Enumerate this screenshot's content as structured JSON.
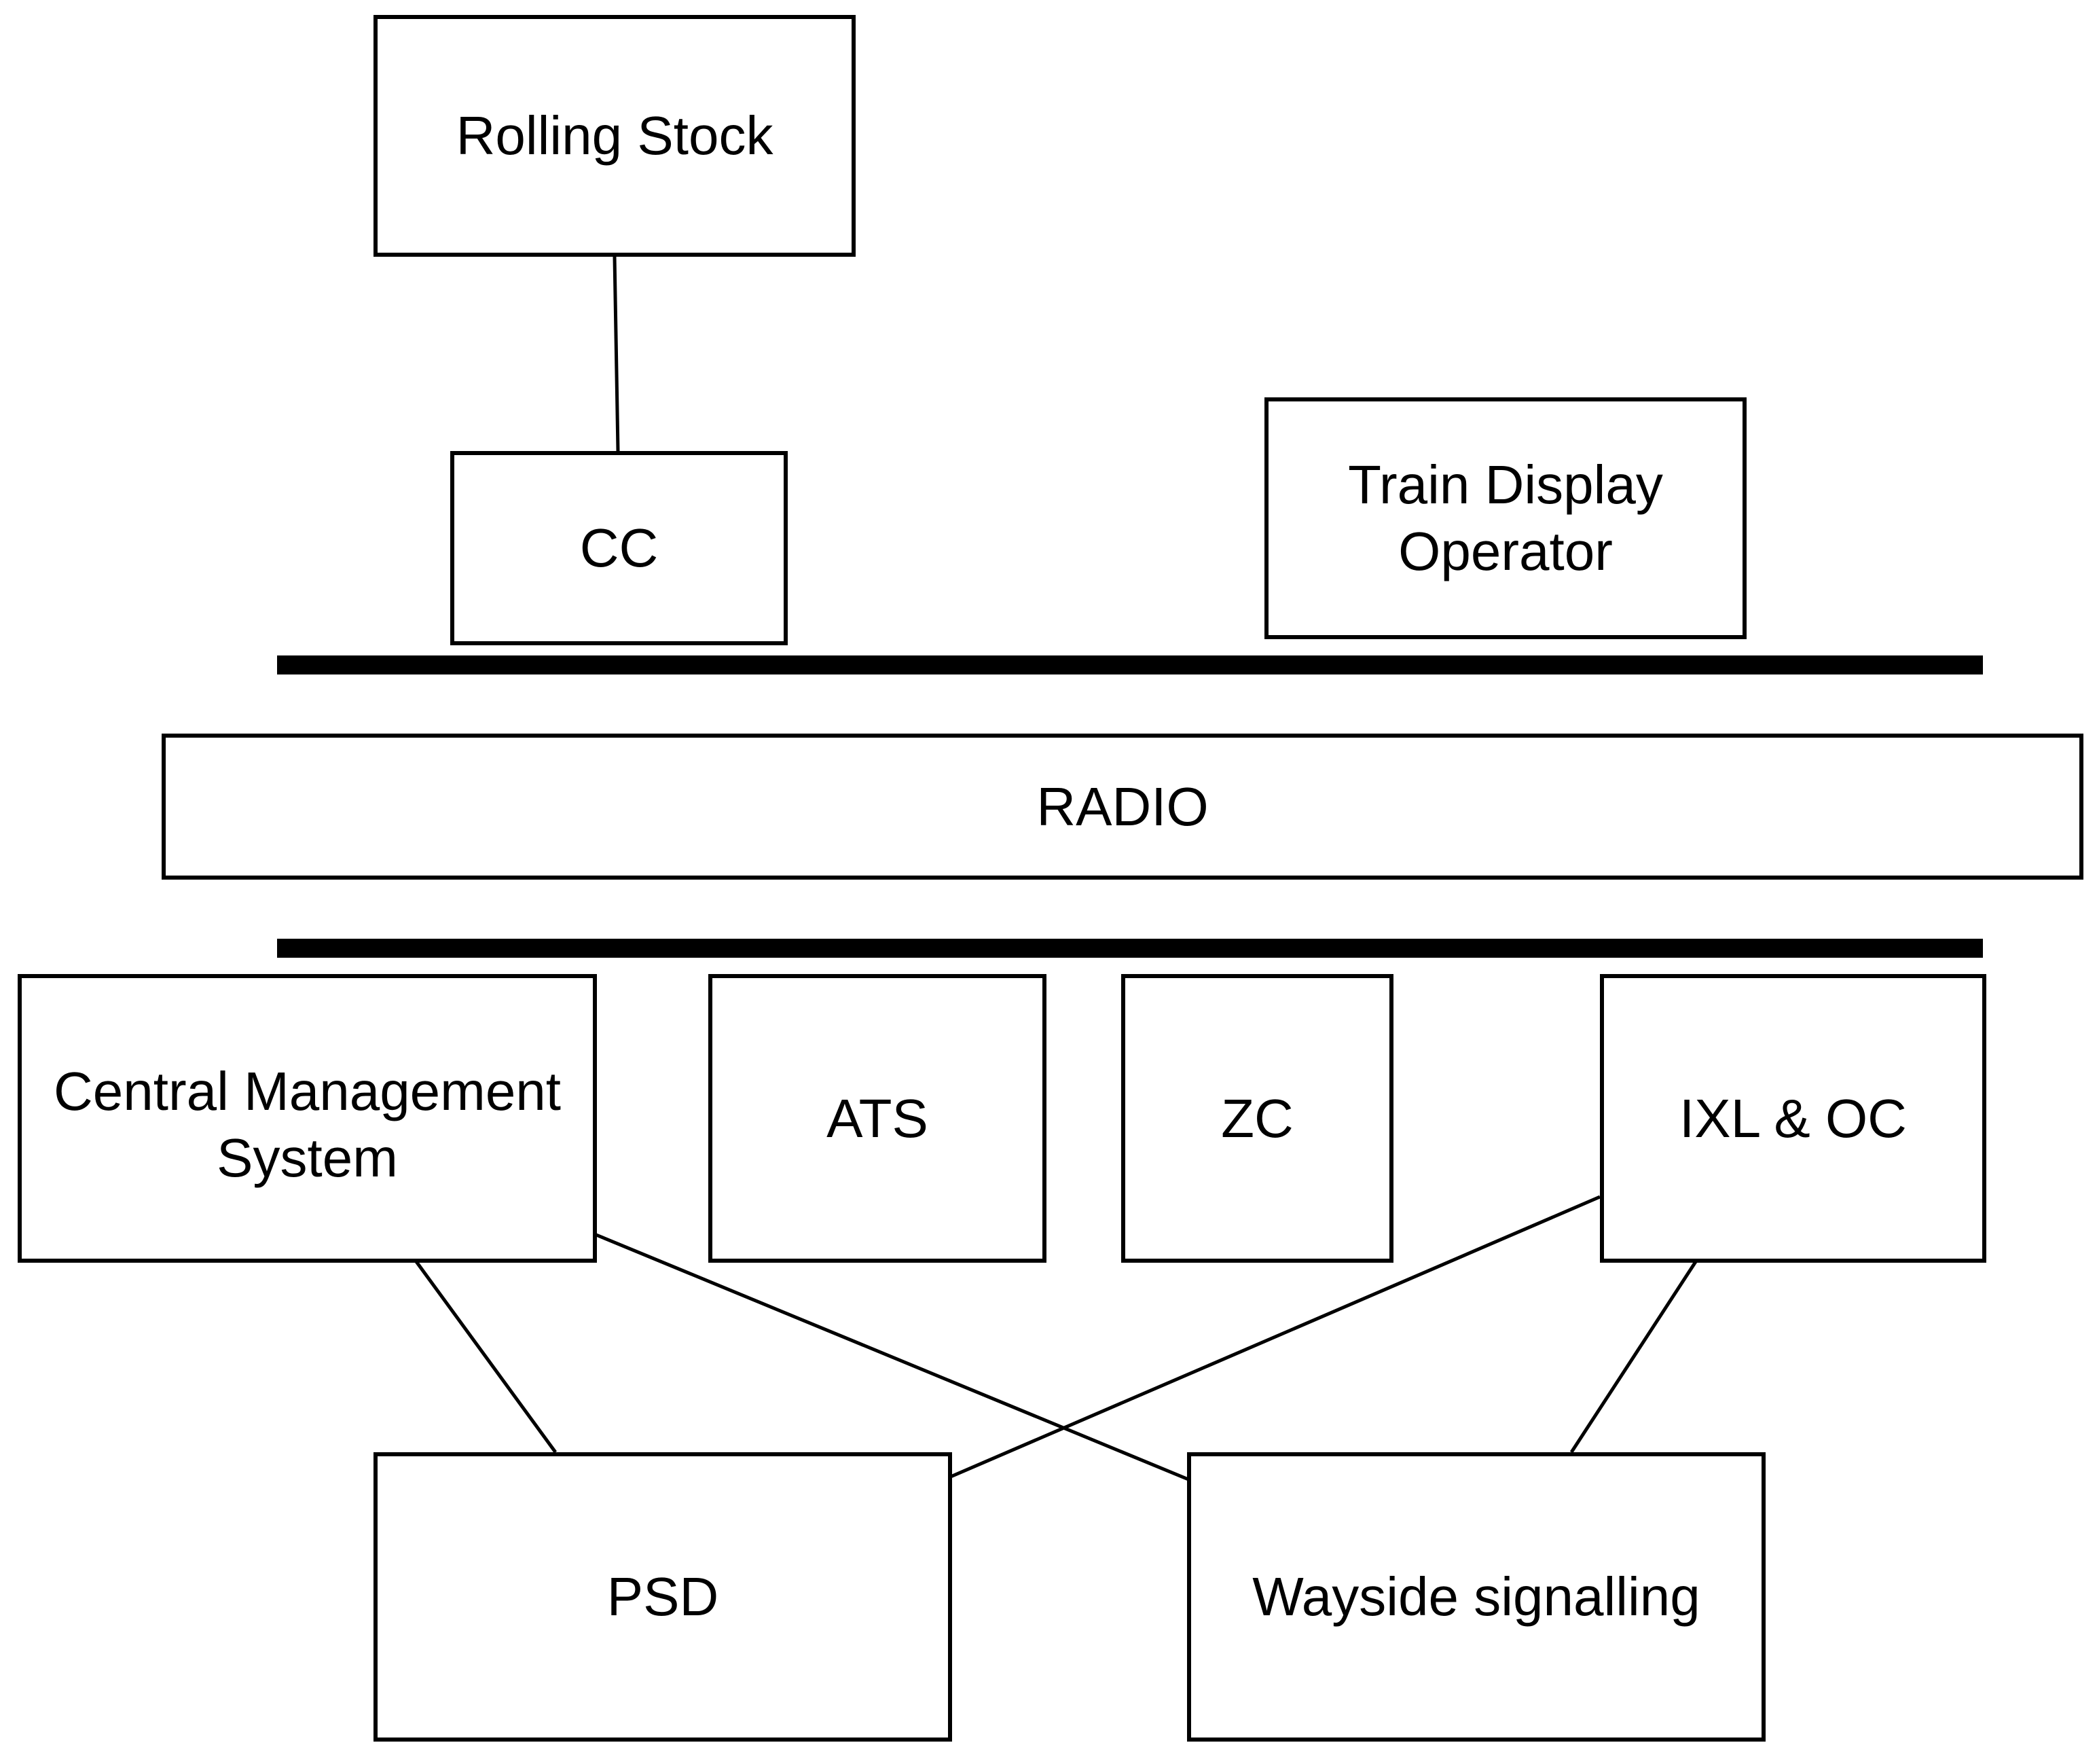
{
  "nodes": {
    "rolling_stock": "Rolling Stock",
    "cc": "CC",
    "train_display_operator": "Train Display\nOperator",
    "radio": "RADIO",
    "central_management_system": "Central Management\nSystem",
    "ats": "ATS",
    "zc": "ZC",
    "ixl_oc": "IXL & OC",
    "psd": "PSD",
    "wayside_signalling": "Wayside signalling"
  },
  "connections": [
    {
      "from": "rolling_stock",
      "to": "cc"
    },
    {
      "from": "central_management_system",
      "to": "psd"
    },
    {
      "from": "central_management_system",
      "to": "wayside_signalling"
    },
    {
      "from": "ixl_oc",
      "to": "psd"
    },
    {
      "from": "ixl_oc",
      "to": "wayside_signalling"
    }
  ],
  "colors": {
    "line": "#000000",
    "background": "#ffffff"
  }
}
